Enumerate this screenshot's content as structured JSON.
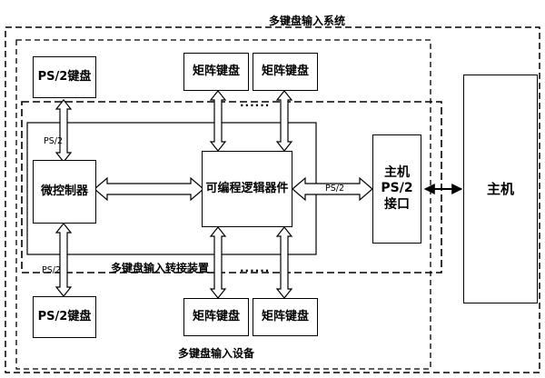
{
  "diagram": {
    "outer_system_title": "多键盘输入系统",
    "converter_title": "多键盘输入转接装置",
    "device_title": "多键盘输入设备",
    "host_label": "主机",
    "host_interface_label": "主机\nPS/2\n接口",
    "cpld_label": "可编程逻辑器件",
    "mcu_label": "微控制器",
    "ps2_keyboard_top": "PS/2键盘",
    "ps2_keyboard_bottom": "PS/2键盘",
    "matrix_kb_top_1": "矩阵键盘",
    "matrix_kb_top_2": "矩阵键盘",
    "matrix_kb_bottom_1": "矩阵键盘",
    "matrix_kb_bottom_2": "矩阵键盘",
    "ps2_tag_top": "PS/2",
    "ps2_tag_bottom": "PS/2",
    "ps2_tag_cpld_iface": "PS/2",
    "ellipsis_top": "......",
    "ellipsis_bottom": "......"
  }
}
